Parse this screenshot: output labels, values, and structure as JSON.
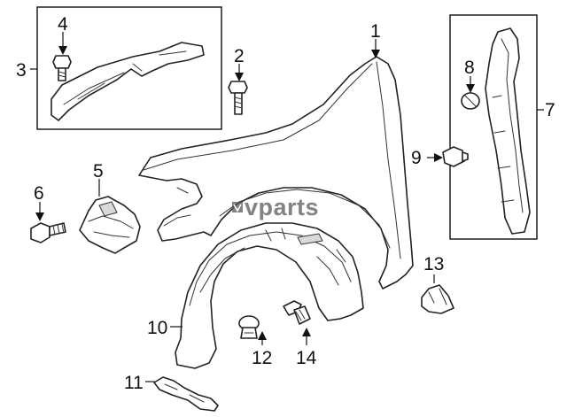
{
  "watermark": {
    "text": "vparts"
  },
  "callouts": {
    "c1": "1",
    "c2": "2",
    "c3": "3",
    "c4": "4",
    "c5": "5",
    "c6": "6",
    "c7": "7",
    "c8": "8",
    "c9": "9",
    "c10": "10",
    "c11": "11",
    "c12": "12",
    "c13": "13",
    "c14": "14"
  },
  "colors": {
    "line": "#222222",
    "background": "#ffffff",
    "watermark": "#5a5a5a"
  }
}
